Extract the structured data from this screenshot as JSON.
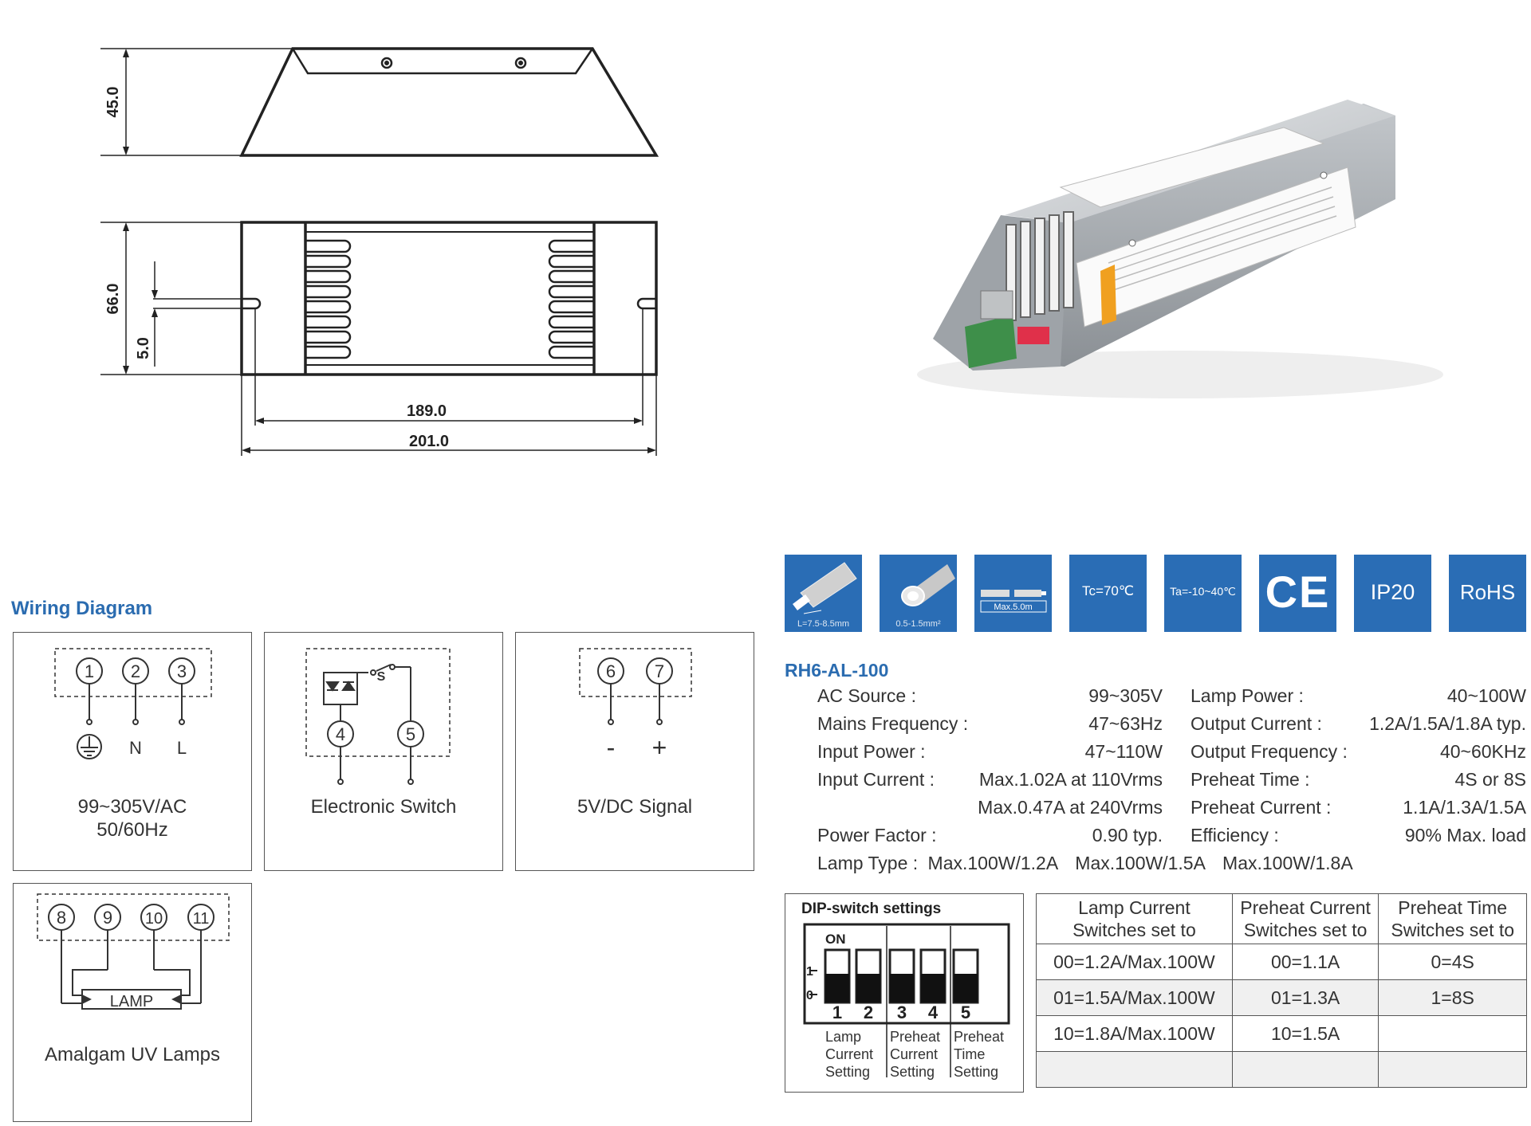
{
  "dimensions": {
    "height_side": "45.0",
    "height_top": "66.0",
    "slot": "5.0",
    "inner_length": "189.0",
    "outer_length": "201.0"
  },
  "wiring": {
    "title": "Wiring Diagram",
    "box1": {
      "terminals": [
        "1",
        "2",
        "3"
      ],
      "symbols": [
        "N",
        "L"
      ],
      "caption_line1": "99~305V/AC",
      "caption_line2": "50/60Hz"
    },
    "box2": {
      "terminals": [
        "4",
        "5"
      ],
      "switch_label": "S",
      "caption": "Electronic  Switch"
    },
    "box3": {
      "terminals": [
        "6",
        "7"
      ],
      "minus": "-",
      "plus": "+",
      "caption": "5V/DC Signal"
    },
    "box4": {
      "terminals": [
        "8",
        "9",
        "10",
        "11"
      ],
      "lamp_label": "LAMP",
      "caption": "Amalgam UV Lamps"
    }
  },
  "icons": {
    "strip": "L=7.5-8.5mm",
    "wire": "0.5-1.5mm²",
    "length": "Max.5.0m",
    "tc": "Tc=70℃",
    "ta": "Ta=-10~40℃",
    "ce": "CE",
    "ip": "IP20",
    "rohs": "RoHS"
  },
  "colors": {
    "accent": "#2a6db5",
    "title": "#2b6cb0"
  },
  "product": {
    "model": "RH6-AL-100",
    "left_specs": [
      {
        "label": "AC Source :",
        "value": "99~305V"
      },
      {
        "label": "Mains Frequency :",
        "value": "47~63Hz"
      },
      {
        "label": "Input Power :",
        "value": "47~110W"
      },
      {
        "label": "Input Current :",
        "value": "Max.1.02A at 110Vrms"
      },
      {
        "label": "",
        "value": "Max.0.47A at 240Vrms"
      },
      {
        "label": "Power Factor :",
        "value": "0.90 typ."
      }
    ],
    "right_specs": [
      {
        "label": "Lamp Power :",
        "value": "40~100W"
      },
      {
        "label": "Output Current :",
        "value": "1.2A/1.5A/1.8A typ."
      },
      {
        "label": "Output Frequency :",
        "value": "40~60KHz"
      },
      {
        "label": "Preheat Time :",
        "value": "4S or 8S"
      },
      {
        "label": "Preheat Current :",
        "value": "1.1A/1.3A/1.5A"
      },
      {
        "label": "Efficiency :",
        "value": "90% Max. load"
      }
    ],
    "lamp_type_label": "Lamp Type :",
    "lamp_types": [
      "Max.100W/1.2A",
      "Max.100W/1.5A",
      "Max.100W/1.8A"
    ]
  },
  "dip": {
    "title": "DIP-switch settings",
    "on_label": "ON",
    "level1": "1",
    "level0": "0",
    "switch_numbers": [
      "1",
      "2",
      "3",
      "4",
      "5"
    ],
    "group_lamp": [
      "Lamp",
      "Current",
      "Setting"
    ],
    "group_preheat_current": [
      "Preheat",
      "Current",
      "Setting"
    ],
    "group_preheat_time": [
      "Preheat",
      "Time",
      "Setting"
    ],
    "table_headers": [
      [
        "Lamp Current",
        "Switches set to"
      ],
      [
        "Preheat Current",
        "Switches set to"
      ],
      [
        "Preheat Time",
        "Switches set to"
      ]
    ],
    "rows": [
      [
        "00=1.2A/Max.100W",
        "00=1.1A",
        "0=4S"
      ],
      [
        "01=1.5A/Max.100W",
        "01=1.3A",
        "1=8S"
      ],
      [
        "10=1.8A/Max.100W",
        "10=1.5A",
        ""
      ],
      [
        "",
        "",
        ""
      ]
    ]
  }
}
